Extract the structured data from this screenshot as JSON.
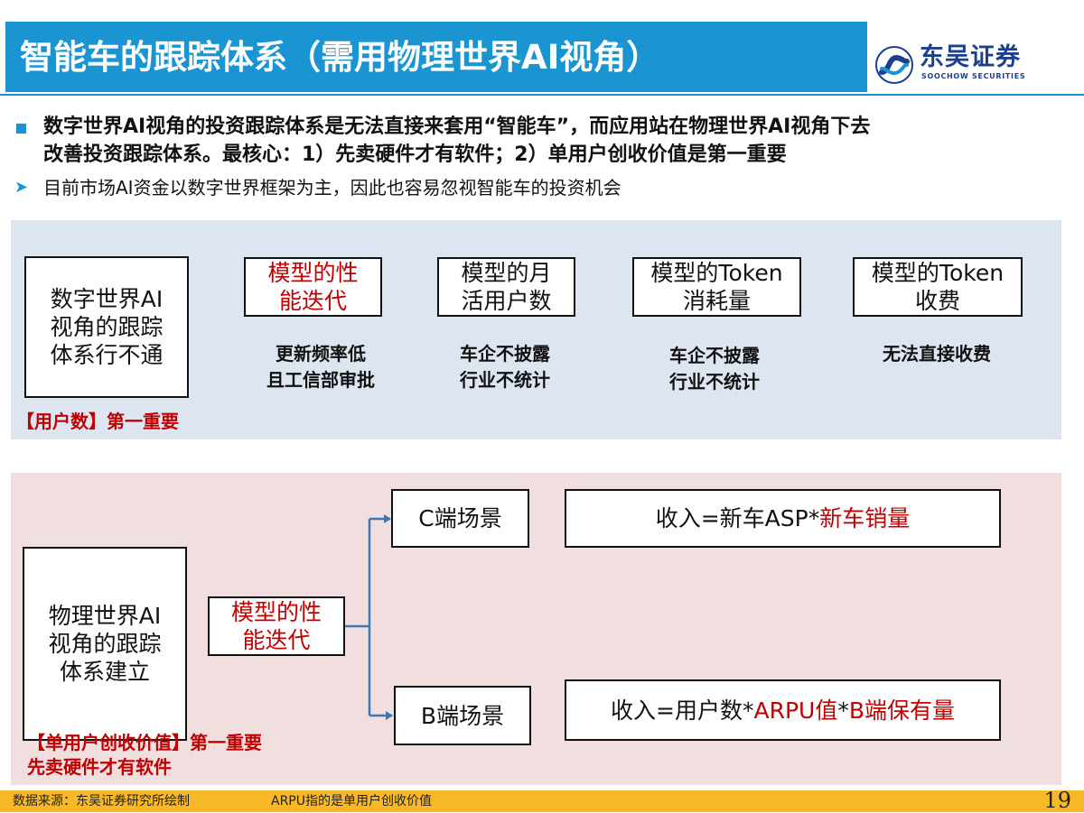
{
  "title": "智能车的跟踪体系（需用物理世界AI视角）",
  "logo": {
    "name": "东吴证券",
    "subtitle": "SOOCHOW SECURITIES"
  },
  "bullet_main": {
    "line1": "数字世界AI视角的投资跟踪体系是无法直接来套用“智能车”，而应用站在物理世界AI视角下去",
    "line2": "改善投资跟踪体系。最核心：1）先卖硬件才有软件；2）单用户创收价值是第一重要"
  },
  "bullet_sub": "目前市场AI资金以数字世界框架为主，因此也容易忽视智能车的投资机会",
  "top_panel": {
    "main_box": [
      "数字世界AI",
      "视角的跟踪",
      "体系行不通"
    ],
    "items": [
      {
        "label": [
          "模型的性",
          "能迭代"
        ],
        "note": [
          "更新频率低",
          "且工信部审批"
        ]
      },
      {
        "label": [
          "模型的月",
          "活用户数"
        ],
        "note": [
          "车企不披露",
          "行业不统计"
        ]
      },
      {
        "label": [
          "模型的Token",
          "消耗量"
        ],
        "note": [
          "车企不披露",
          "行业不统计"
        ]
      },
      {
        "label": [
          "模型的Token",
          "收费"
        ],
        "note": [
          "无法直接收费"
        ]
      }
    ],
    "footnote": "【用户数】第一重要"
  },
  "bottom_panel": {
    "main_box": [
      "物理世界AI",
      "视角的跟踪",
      "体系建立"
    ],
    "model_box": [
      "模型的性",
      "能迭代"
    ],
    "c_scene": "C端场景",
    "b_scene": "B端场景",
    "c_formula": {
      "prefix": "收入=新车ASP*",
      "highlight": "新车销量"
    },
    "b_formula": {
      "prefix": "收入=用户数*",
      "highlight1": "ARPU值",
      "sep": "*",
      "highlight2": "B端保有量"
    },
    "footnote": [
      "【单用户创收价值】第一重要",
      "先卖硬件才有软件"
    ]
  },
  "footer": {
    "source": "数据来源：东吴证券研究所绘制",
    "note": "ARPU指的是单用户创收价值",
    "page": "19"
  },
  "colors": {
    "accent": "#1a95d2",
    "highlight_red": "#c00000",
    "footer_bar": "#f7b928"
  }
}
